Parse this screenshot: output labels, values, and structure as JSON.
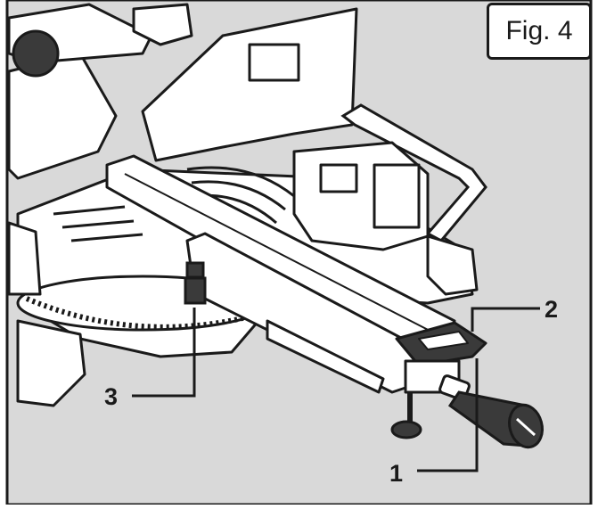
{
  "figure": {
    "label": "Fig. 4",
    "callouts": [
      {
        "number": "1"
      },
      {
        "number": "2"
      },
      {
        "number": "3"
      }
    ]
  },
  "colors": {
    "background": "#d9d9d9",
    "outline": "#1a1a1a",
    "highlight": "#ffffff",
    "knob": "#3a3a3a"
  }
}
